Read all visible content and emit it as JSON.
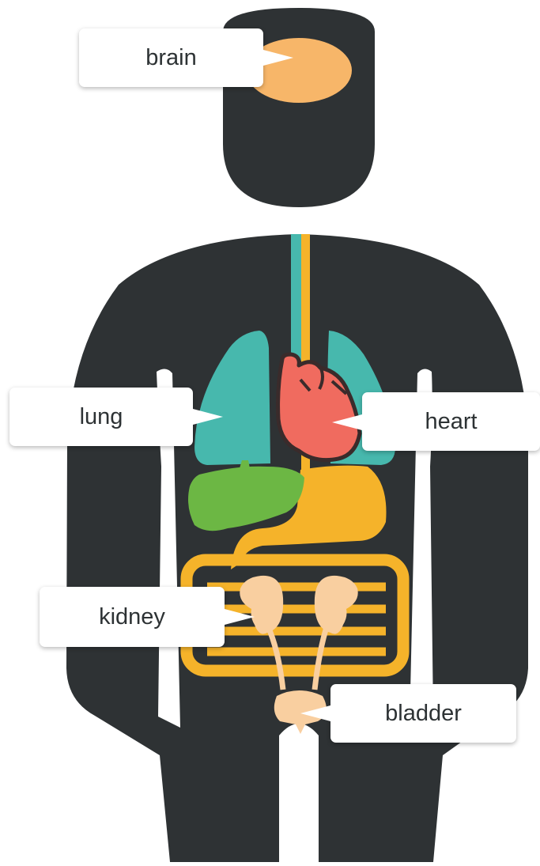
{
  "labels": {
    "brain": "brain",
    "lung": "lung",
    "heart": "heart",
    "kidney": "kidney",
    "bladder": "bladder"
  },
  "colors": {
    "body": "#2e3234",
    "brain": "#f7b669",
    "lung": "#47b8ad",
    "heart": "#f06b5f",
    "heart_outline": "#3a2b2b",
    "liver": "#6cb744",
    "digestive": "#f5b32a",
    "kidney": "#f9cfa0",
    "esophagus": "#f5b32a",
    "trachea": "#47b8ad"
  }
}
